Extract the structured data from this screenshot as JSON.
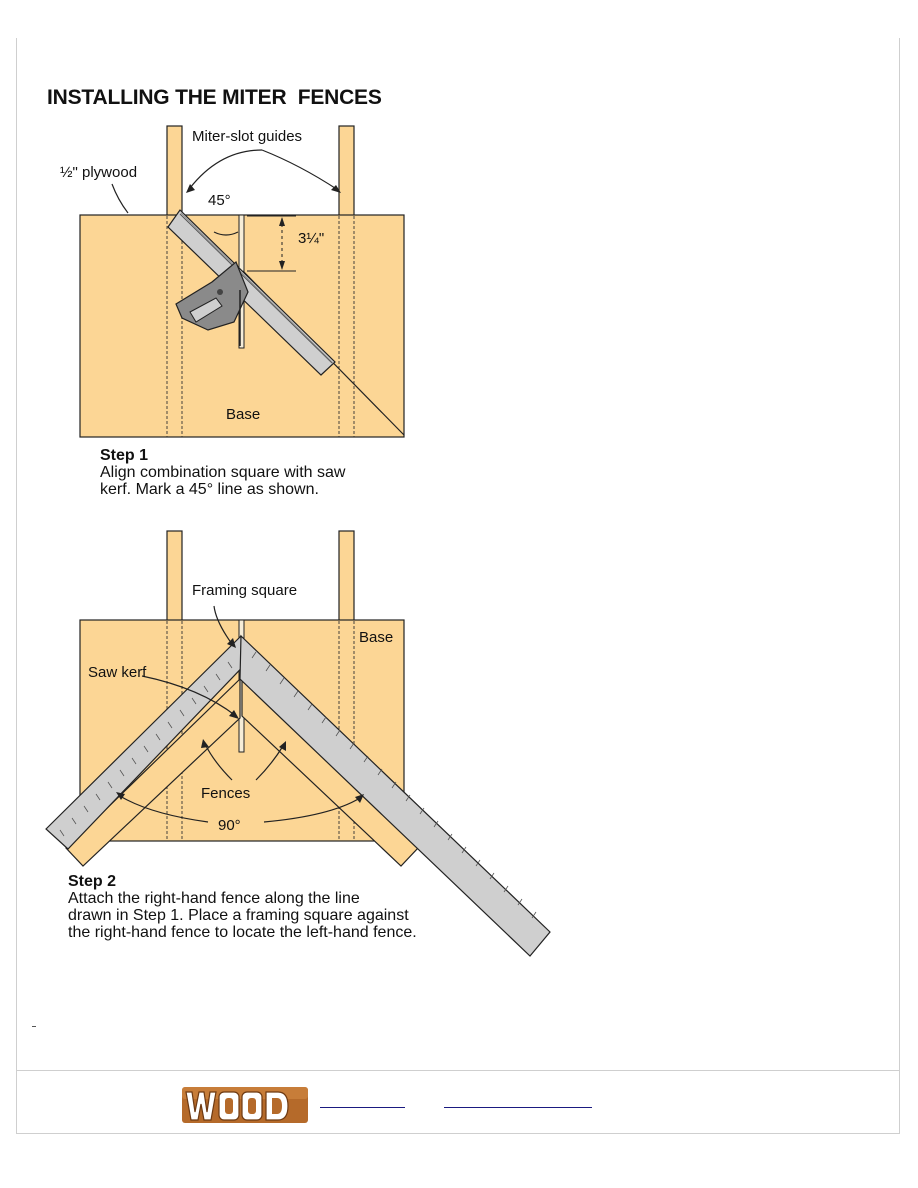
{
  "title": "INSTALLING THE MITER  FENCES",
  "step1": {
    "labels": {
      "miter_slot_guides": "Miter-slot guides",
      "plywood": "½\" plywood",
      "angle": "45°",
      "distance": "3¼\"",
      "base": "Base"
    },
    "heading": "Step 1",
    "text_line1": "Align combination square with saw",
    "text_line2": "kerf. Mark a 45° line as shown."
  },
  "step2": {
    "labels": {
      "framing_square": "Framing square",
      "base": "Base",
      "saw_kerf": "Saw kerf",
      "fences": "Fences",
      "angle": "90°"
    },
    "heading": "Step 2",
    "text_line1": "Attach the right-hand fence along the line",
    "text_line2": "drawn in Step 1. Place a framing square against",
    "text_line3": "the right-hand fence to locate the left-hand fence."
  },
  "colors": {
    "wood": "#fcd695",
    "wood_dark": "#e8b86a",
    "steel": "#c8c8c8",
    "steel_dark": "#7a7a7a",
    "line": "#222222"
  },
  "footer": {
    "logo_icon": "wood-magazine-logo-icon"
  }
}
